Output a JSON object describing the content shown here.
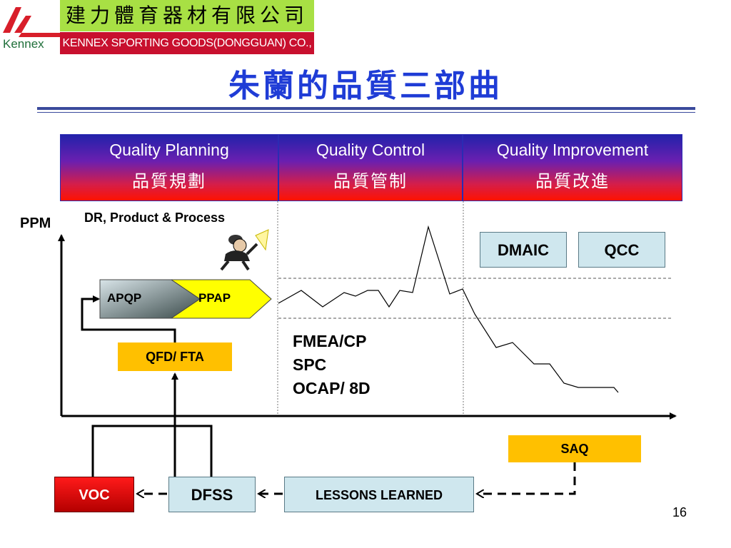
{
  "header": {
    "logo_text": "Kennex",
    "company_cn": "建力體育器材有限公司",
    "company_en": "KENNEX SPORTING GOODS(DONGGUAN) CO., LTD."
  },
  "title": "朱蘭的品質三部曲",
  "phases": [
    {
      "en": "Quality Planning",
      "cn": "品質規劃"
    },
    {
      "en": "Quality Control",
      "cn": "品質管制"
    },
    {
      "en": "Quality Improvement",
      "cn": "品質改進"
    }
  ],
  "labels": {
    "ppm": "PPM",
    "dr": "DR, Product & Process",
    "apqp": "APQP",
    "ppap": "PPAP",
    "qfd": "QFD/ FTA",
    "dmaic": "DMAIC",
    "qcc": "QCC",
    "tools": [
      "FMEA/CP",
      "SPC",
      "OCAP/ 8D"
    ],
    "saq": "SAQ",
    "voc": "VOC",
    "dfss": "DFSS",
    "lessons": "LESSONS LEARNED"
  },
  "colors": {
    "title": "#1f3cd6",
    "company_bar_green": "#a8e044",
    "company_bar_red": "#c8102e",
    "orange_box": "#ffc000",
    "blue_box": "#cfe7ee",
    "voc_red": "#e00000"
  },
  "icons": [
    "kennex-logo-icon",
    "detective-with-flashlight-icon"
  ],
  "page_number": "16"
}
